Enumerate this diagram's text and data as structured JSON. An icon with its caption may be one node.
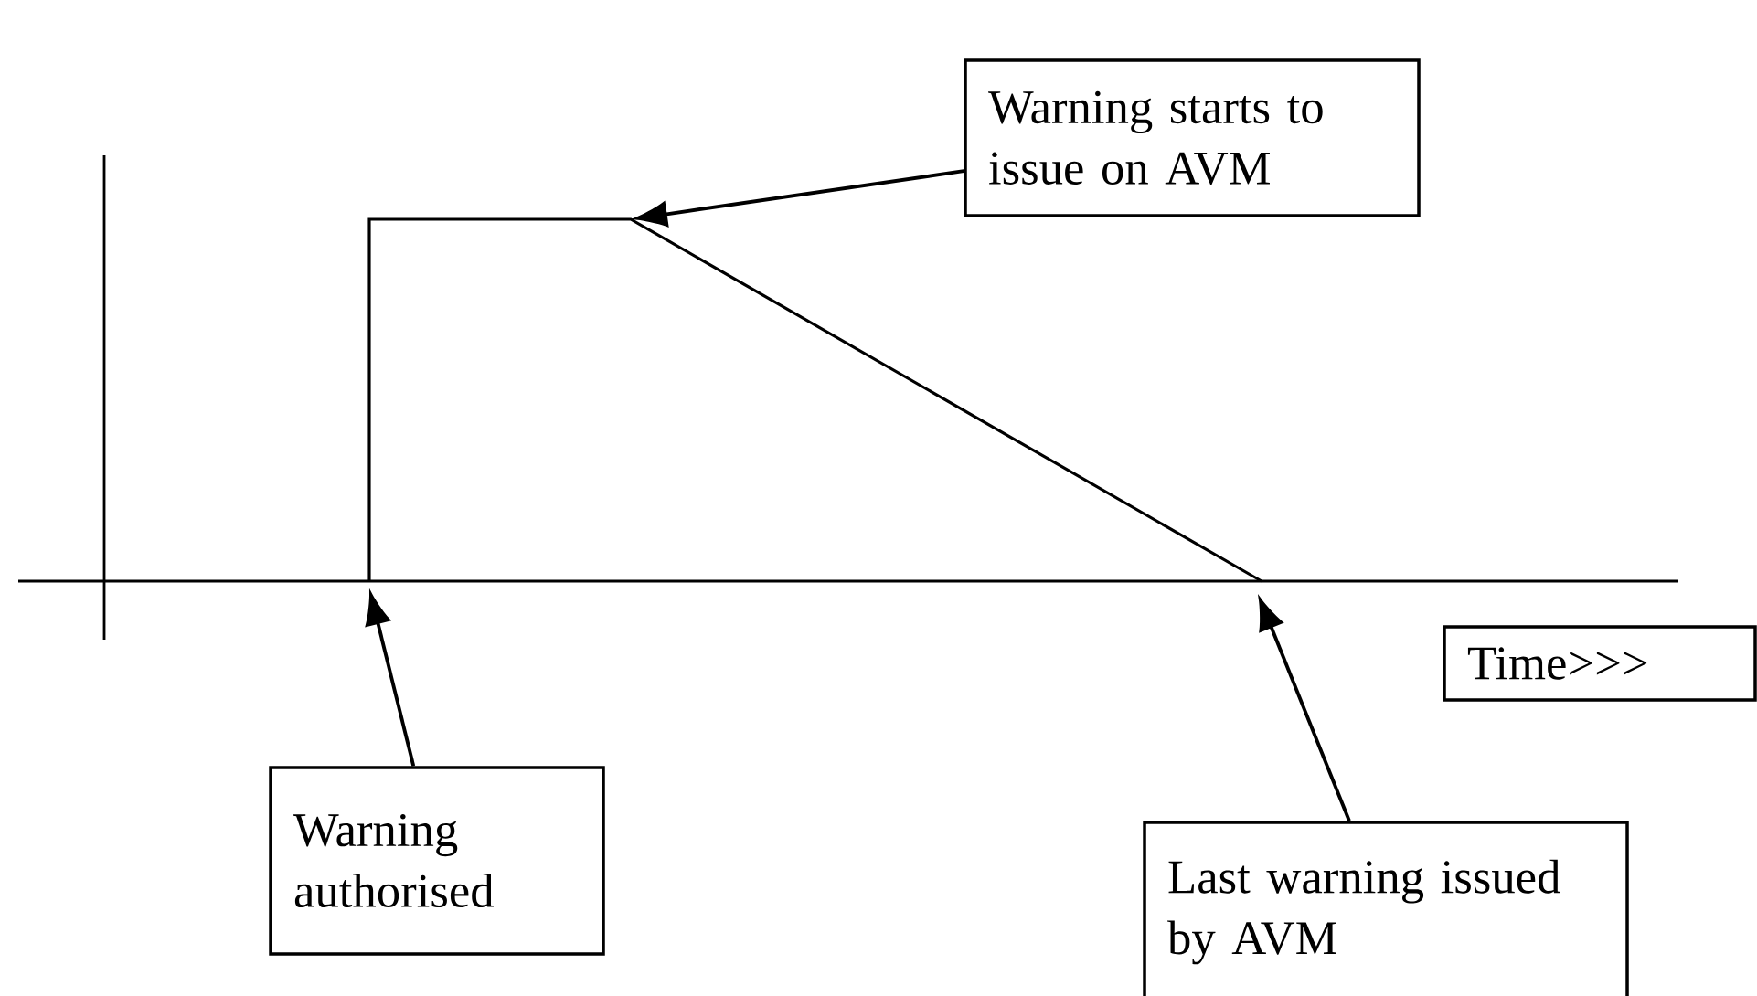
{
  "diagram": {
    "nodes": [
      {
        "text": [
          "Warning starts to issue on AVM"
        ]
      },
      {
        "text": [
          "Warning authorised"
        ]
      },
      {
        "text": [
          "Last warning issued by AVM"
        ]
      },
      {
        "text": [
          "Time>>>"
        ]
      }
    ],
    "edges": [
      {
        "from": 0,
        "to": null,
        "arrow": "to"
      },
      {
        "from": 1,
        "to": null,
        "arrow": "to"
      },
      {
        "from": 2,
        "to": null,
        "arrow": "to"
      }
    ]
  }
}
